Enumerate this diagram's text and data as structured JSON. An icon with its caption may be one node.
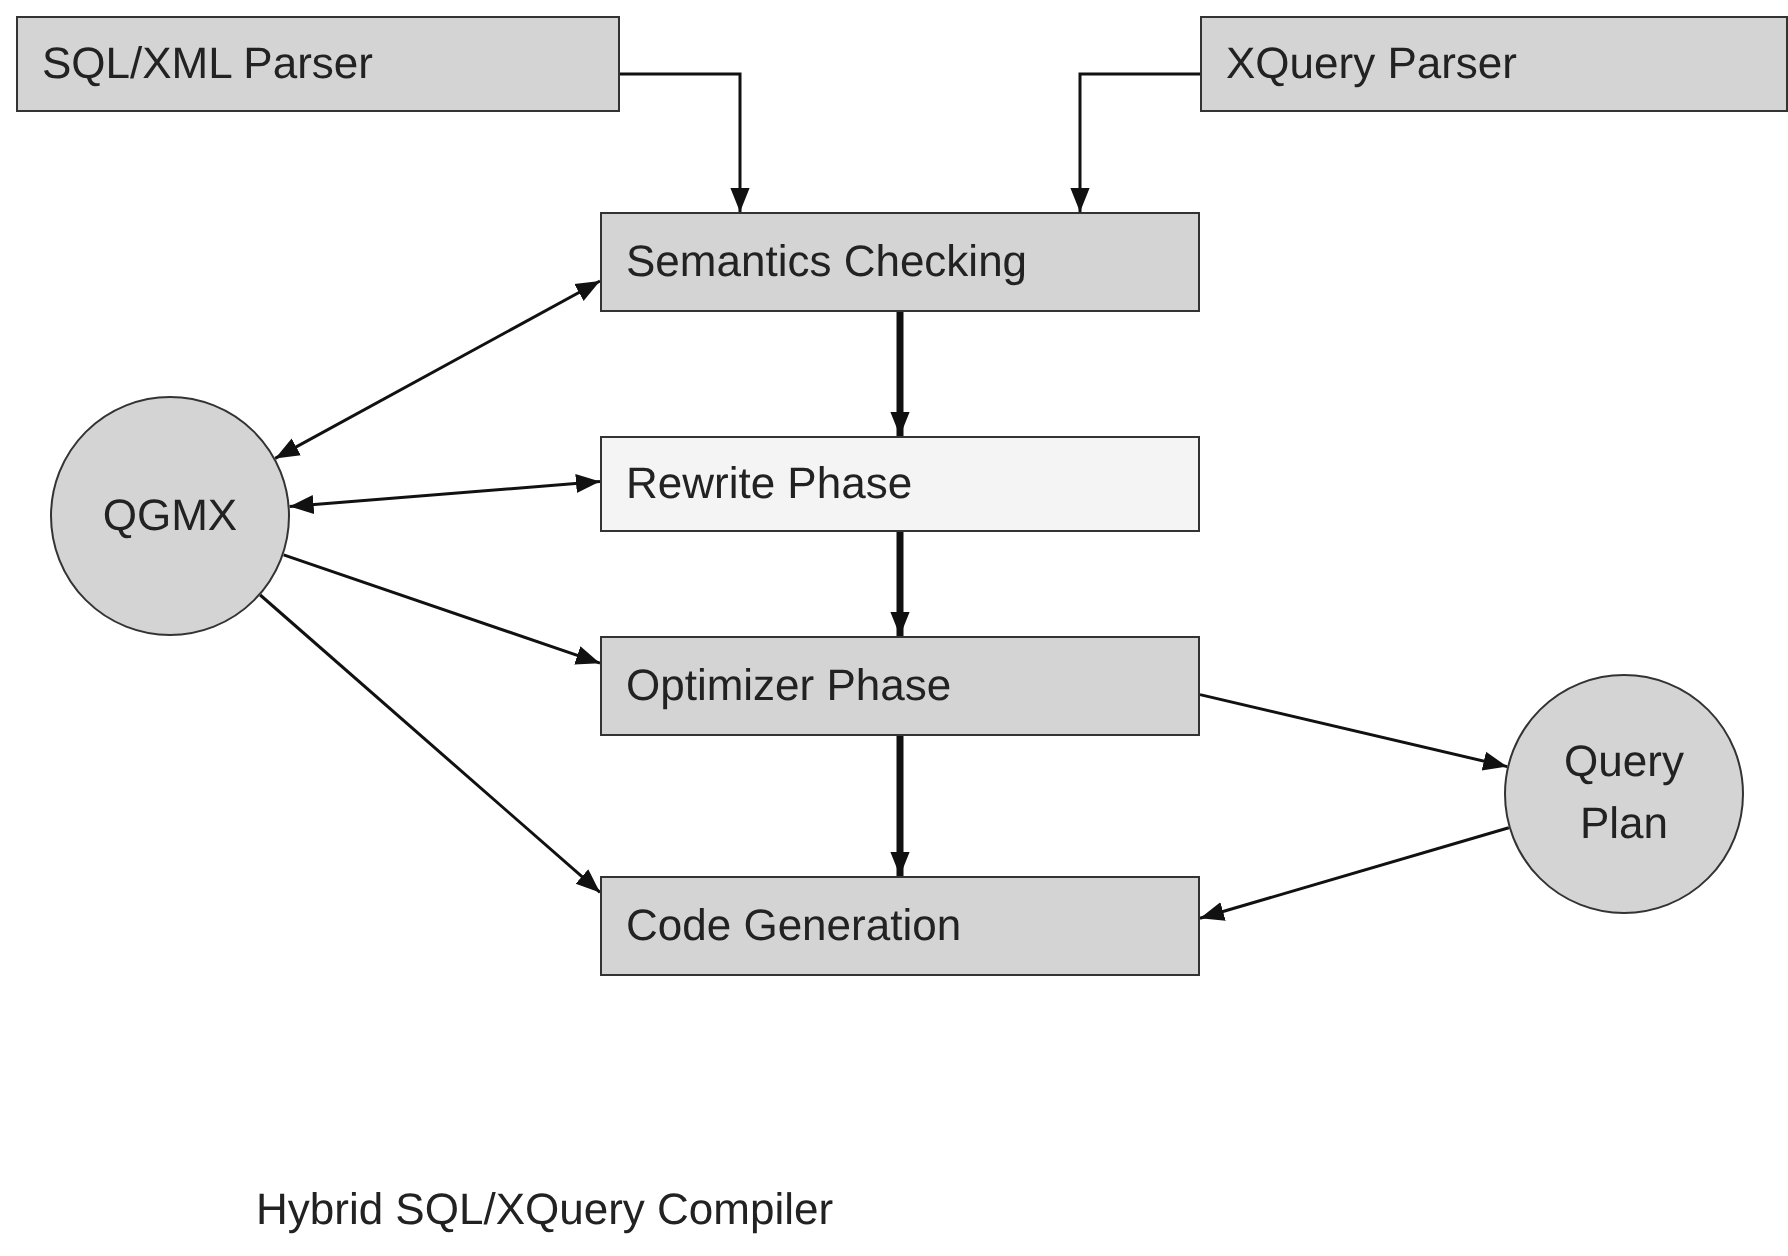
{
  "diagram": {
    "caption": "Hybrid SQL/XQuery Compiler",
    "nodes": [
      {
        "text": [
          "SQL/XML Parser"
        ]
      },
      {
        "text": [
          "XQuery Parser"
        ]
      },
      {
        "text": [
          "Semantics Checking"
        ]
      },
      {
        "text": [
          "QGMX"
        ]
      },
      {
        "text": [
          "Rewrite Phase"
        ]
      },
      {
        "text": [
          "Optimizer Phase"
        ]
      },
      {
        "text": [
          "Query Plan"
        ]
      },
      {
        "text": [
          "Code Generation"
        ]
      }
    ],
    "edges": [
      {
        "from": 0,
        "to": 2,
        "arrow": "to"
      },
      {
        "from": 1,
        "to": 2,
        "arrow": "to"
      },
      {
        "from": 2,
        "to": 3,
        "arrow": "both"
      },
      {
        "from": 4,
        "to": 3,
        "arrow": "both"
      },
      {
        "from": 3,
        "to": 5,
        "arrow": "to"
      },
      {
        "from": 3,
        "to": 7,
        "arrow": "to"
      },
      {
        "from": 2,
        "to": 4,
        "arrow": "to",
        "style": "thick"
      },
      {
        "from": 4,
        "to": 5,
        "arrow": "to",
        "style": "thick"
      },
      {
        "from": 5,
        "to": 7,
        "arrow": "to",
        "style": "thick"
      },
      {
        "from": 5,
        "to": 6,
        "arrow": "to"
      },
      {
        "from": 6,
        "to": 7,
        "arrow": "to"
      }
    ]
  }
}
